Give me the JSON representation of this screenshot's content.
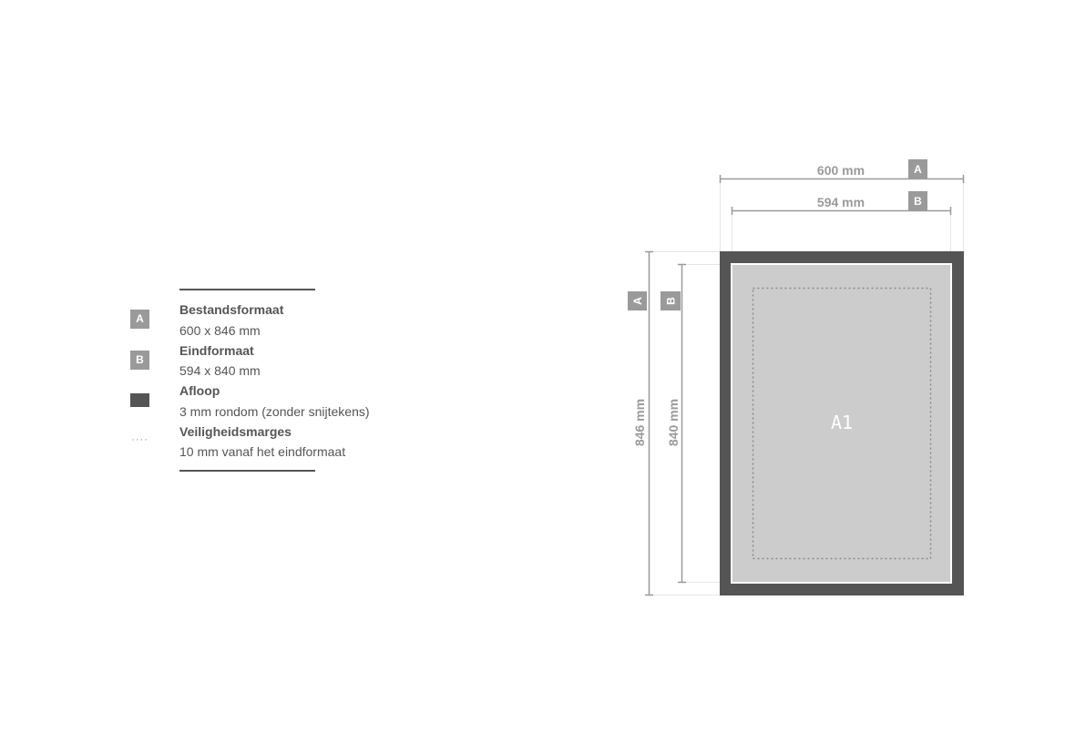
{
  "legend": {
    "items": [
      {
        "badge": "A",
        "title": "Bestandsformaat",
        "desc": "600 x 846 mm"
      },
      {
        "badge": "B",
        "title": "Eindformaat",
        "desc": "594 x 840 mm"
      },
      {
        "badge": "",
        "title": "Afloop",
        "desc": "3 mm rondom (zonder snijtekens)"
      },
      {
        "badge": "",
        "title": "Veiligheidsmarges",
        "desc": "10 mm vanaf het eindformaat"
      }
    ],
    "dots": "····"
  },
  "diagram": {
    "format_label": "A1",
    "width_a": "600 mm",
    "width_b": "594 mm",
    "height_a": "846 mm",
    "height_b": "840 mm",
    "badge_a": "A",
    "badge_b": "B"
  },
  "colors": {
    "bleed": "#555555",
    "trim_area": "#cccccc",
    "dimension": "#9a9a9a"
  }
}
